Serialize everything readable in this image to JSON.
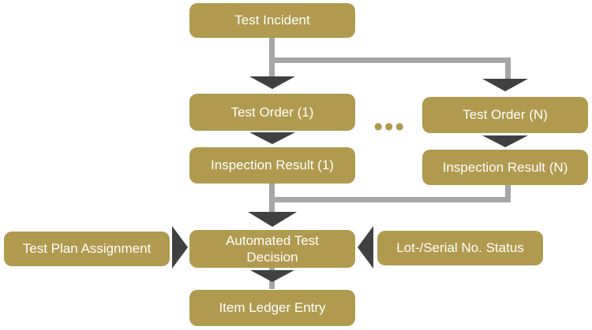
{
  "diagram": {
    "type": "flowchart",
    "colors": {
      "node_fill": "#b09a4e",
      "node_text": "#ffffff",
      "connector": "#a6a6a6",
      "arrow": "#404040",
      "background": "#ffffff"
    },
    "nodes": {
      "test_incident": "Test Incident",
      "test_order_1": "Test Order (1)",
      "test_order_n": "Test Order (N)",
      "inspection_result_1": "Inspection Result (1)",
      "inspection_result_n": "Inspection Result (N)",
      "automated_test_decision": "Automated Test Decision",
      "test_plan_assignment": "Test Plan Assignment",
      "lot_serial_no_status": "Lot-/Serial No. Status",
      "item_ledger_entry": "Item Ledger Entry"
    },
    "ellipsis": "●●●",
    "edges": [
      "Test Incident -> Test Order (1)",
      "Test Incident -> Test Order (N)",
      "Test Order (1) -> Inspection Result (1)",
      "Test Order (N) -> Inspection Result (N)",
      "Inspection Result (1) -> Automated Test Decision",
      "Inspection Result (N) -> Automated Test Decision",
      "Test Plan Assignment -> Automated Test Decision",
      "Lot-/Serial No. Status -> Automated Test Decision",
      "Automated Test Decision -> Item Ledger Entry"
    ]
  }
}
